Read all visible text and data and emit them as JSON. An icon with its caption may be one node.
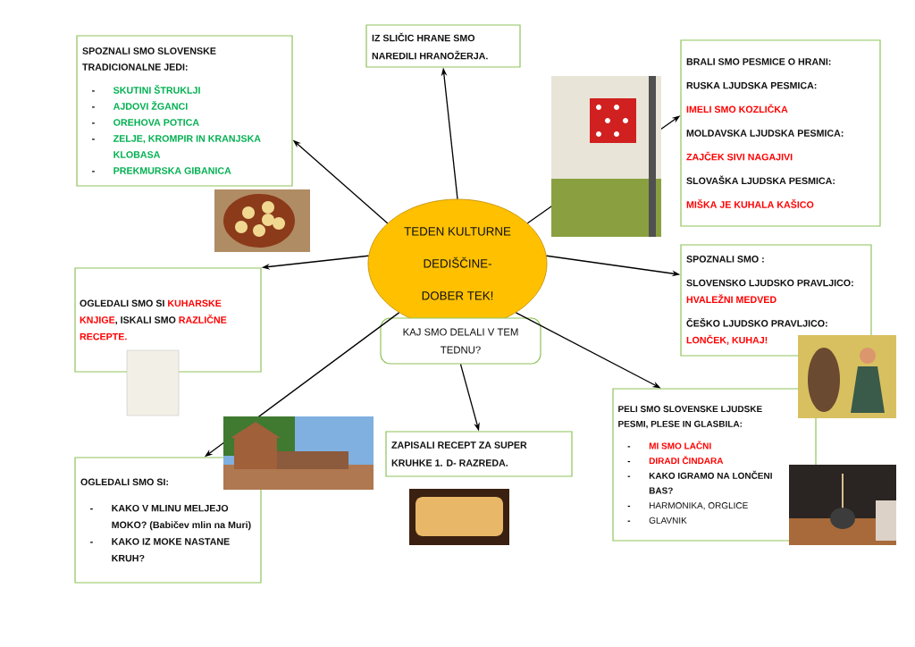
{
  "diagram": {
    "nodes": [
      {
        "text": [
          "TEDEN KULTURNE DEDIŠČINE- DOBER TEK!"
        ]
      },
      {
        "text": [
          "KAJ SMO DELALI V TEM TEDNU?"
        ]
      },
      {
        "text": [
          "SPOZNALI SMO SLOVENSKE TRADICIONALNE JEDI:",
          "SKUTINI ŠTRUKLJI",
          "AJDOVI ŽGANCI",
          "OREHOVA POTICA",
          "ZELJE, KROMPIR IN KRANJSKA KLOBASA",
          "PREKMURSKA GIBANICA"
        ]
      },
      {
        "text": [
          "IZ SLIČIC HRANE SMO NAREDILI HRANOŽERJA."
        ]
      },
      {
        "text": [
          "BRALI SMO PESMICE O HRANI:",
          "RUSKA LJUDSKA PESMICA:",
          "IMELI SMO KOZLIČKA",
          "MOLDAVSKA LJUDSKA PESMICA:",
          "ZAJČEK SIVI NAGAJIVI",
          "SLOVAŠKA LJUDSKA PESMICA:",
          "MIŠKA JE KUHALA KAŠICO"
        ]
      },
      {
        "text": [
          "OGLEDALI SMO SI",
          "KUHARSKE KNJIGE",
          ", ISKALI SMO",
          "RAZLIČNE RECEPTE."
        ]
      },
      {
        "text": [
          "SPOZNALI SMO :",
          "SLOVENSKO LJUDSKO PRAVLJICO:",
          "HVALEŽNI MEDVED",
          "ČEŠKO LJUDSKO PRAVLJICO:",
          "LONČEK, KUHAJ!"
        ]
      },
      {
        "text": [
          "OGLEDALI SMO SI:",
          "KAKO V MLINU MELJEJO MOKO? (Babičev mlin na Muri)",
          "KAKO IZ MOKE NASTANE KRUH?"
        ]
      },
      {
        "text": [
          "ZAPISALI RECEPT ZA SUPER KRUHKE 1. D- RAZREDA."
        ]
      },
      {
        "text": [
          "PELI SMO SLOVENSKE LJUDSKE PESMI, PLESE IN GLASBILA:",
          "MI SMO LAČNI",
          "DIRADI ČINDARA",
          "KAKO IGRAMO NA LONČENI BAS?",
          "HARMONIKA, ORGLICE",
          "GLAVNIK"
        ]
      }
    ],
    "edges": [
      {
        "from": 0,
        "to": 2,
        "arrow": "to"
      },
      {
        "from": 0,
        "to": 3,
        "arrow": "to"
      },
      {
        "from": 0,
        "to": 4,
        "arrow": "to"
      },
      {
        "from": 0,
        "to": 5,
        "arrow": "to"
      },
      {
        "from": 0,
        "to": 6,
        "arrow": "to"
      },
      {
        "from": 0,
        "to": 7,
        "arrow": "to"
      },
      {
        "from": 0,
        "to": 9,
        "arrow": "to"
      },
      {
        "from": 1,
        "to": 8,
        "arrow": "to"
      }
    ],
    "labels": [
      "-",
      "-",
      "-",
      "-",
      "-",
      "-",
      "-",
      "-",
      "-",
      "-",
      "-",
      "-"
    ]
  }
}
